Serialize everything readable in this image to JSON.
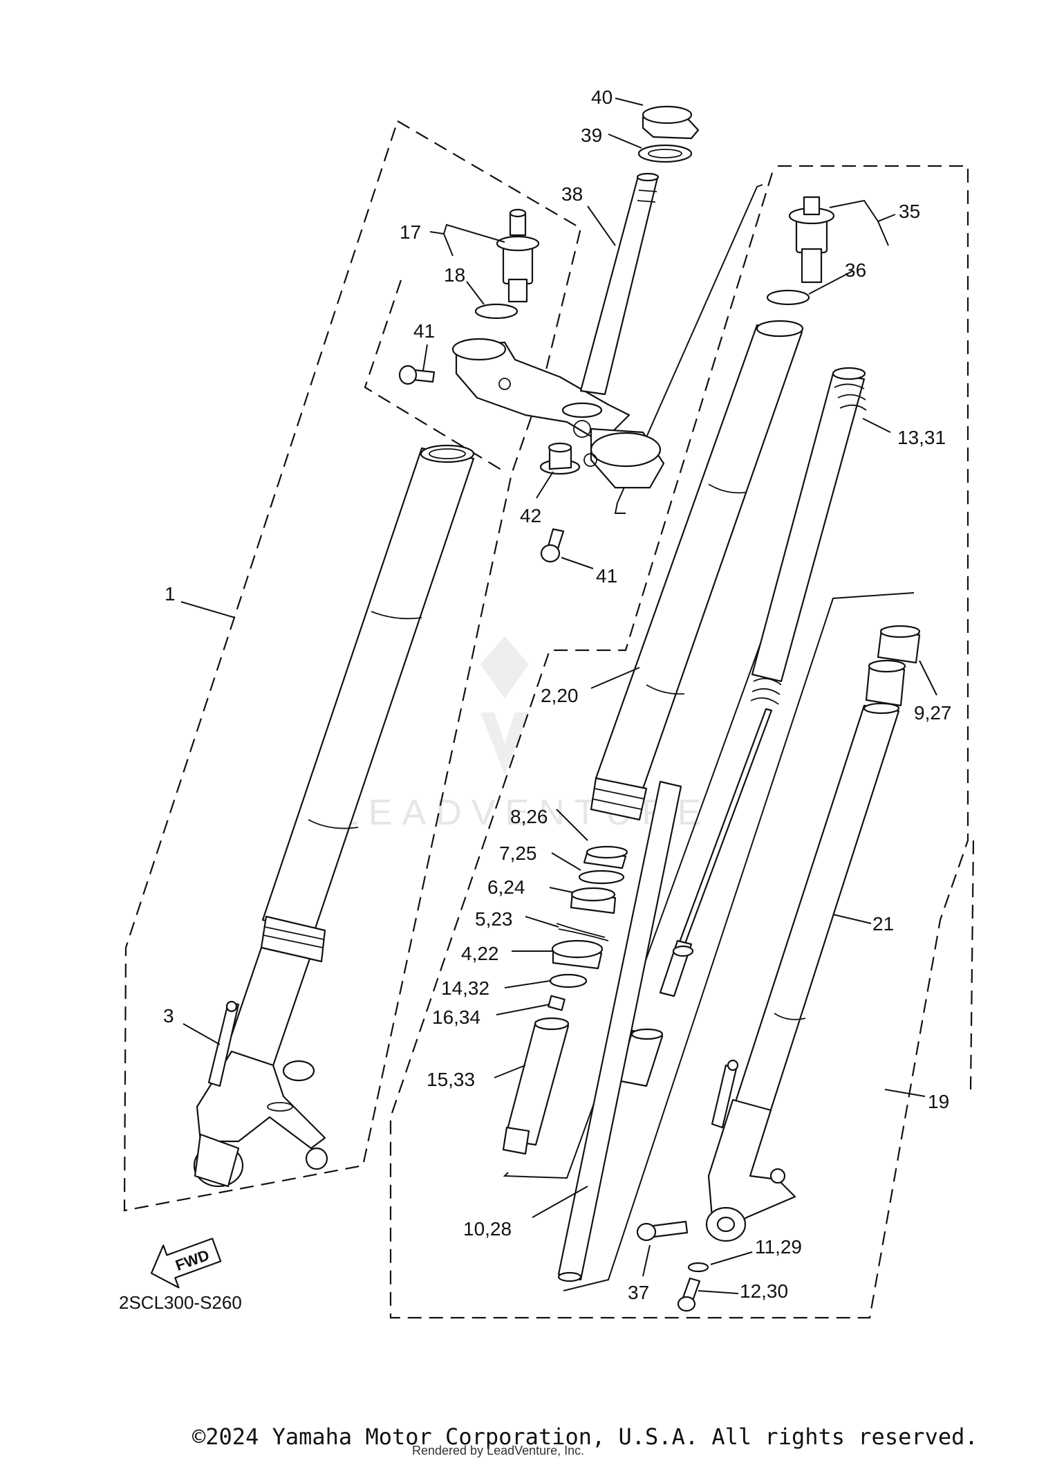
{
  "labels": {
    "l1": "1",
    "l3": "3",
    "l17": "17",
    "l18": "18",
    "l41a": "41",
    "l41b": "41",
    "l42": "42",
    "l38": "38",
    "l39": "39",
    "l40": "40",
    "l35": "35",
    "l36": "36",
    "l13_31": "13,31",
    "l9_27": "9,27",
    "l2_20": "2,20",
    "l8_26": "8,26",
    "l7_25": "7,25",
    "l6_24": "6,24",
    "l5_23": "5,23",
    "l4_22": "4,22",
    "l14_32": "14,32",
    "l16_34": "16,34",
    "l15_33": "15,33",
    "l10_28": "10,28",
    "l21": "21",
    "l19": "19",
    "l37": "37",
    "l11_29": "11,29",
    "l12_30": "12,30"
  },
  "diagram_code": "2SCL300-S260",
  "fwd_label": "FWD",
  "watermark": "LEADVENTURE",
  "copyright": "©2024 Yamaha Motor Corporation, U.S.A. All rights reserved.",
  "rendered_by": "Rendered by LeadVenture, Inc."
}
